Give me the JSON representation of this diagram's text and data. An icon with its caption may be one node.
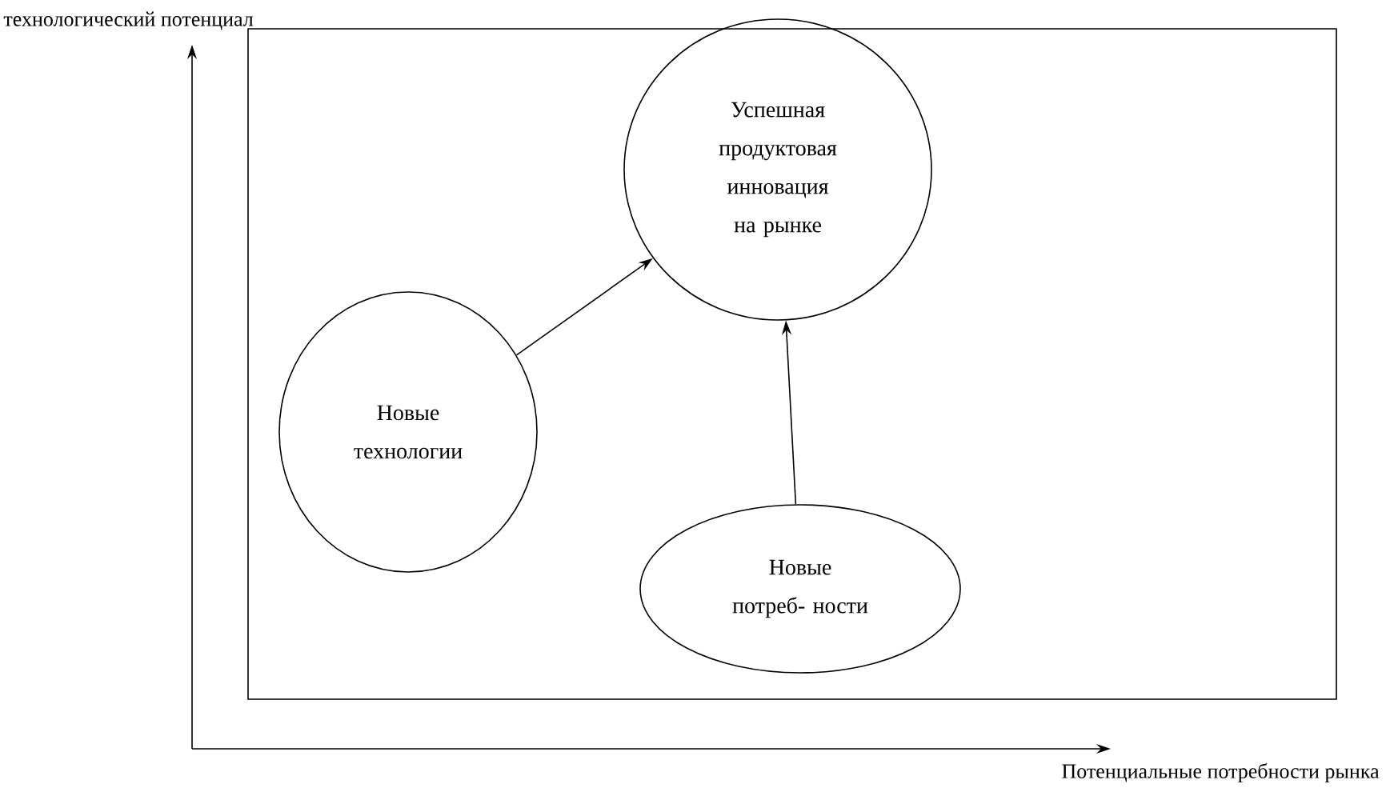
{
  "diagram": {
    "nodes": [
      {
        "text": [],
        "shape": "box"
      },
      {
        "text": [
          "Успешная продуктовая инновация на рынке"
        ],
        "in": 0
      },
      {
        "text": [
          "Новые технологии"
        ],
        "in": 0
      },
      {
        "text": [
          "Новые потреб- ности"
        ],
        "in": 0
      }
    ],
    "edges": [
      {
        "from": 2,
        "to": 1,
        "arrow": "to"
      },
      {
        "from": 3,
        "to": 1,
        "arrow": "to"
      }
    ],
    "labels": [
      "технологический потенциал",
      "Потенциальные потребности рынка"
    ]
  }
}
